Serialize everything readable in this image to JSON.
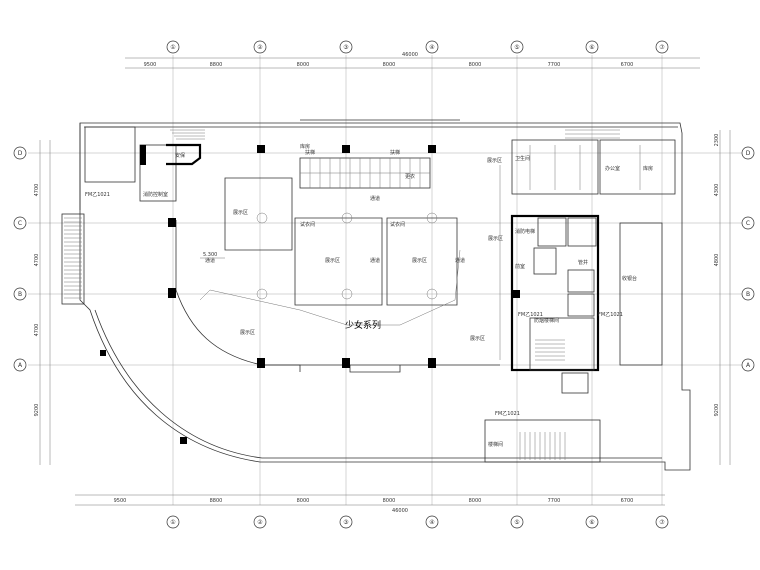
{
  "plan": {
    "main_label": "少女系列",
    "axes_top": [
      "①",
      "②",
      "③",
      "④",
      "⑤",
      "⑥",
      "⑦"
    ],
    "axes_left": [
      "D",
      "C",
      "B",
      "A"
    ],
    "axes_right": [
      "D",
      "C",
      "B",
      "A"
    ],
    "top_total": "46000",
    "bottom_total": "46000",
    "top_dims": [
      "9500",
      "8800",
      "8000",
      "8000",
      "7700",
      "6700"
    ],
    "bottom_dims": [
      "9500",
      "8800",
      "8000",
      "8000",
      "7700",
      "6700"
    ],
    "left_dims": [
      "4700",
      "4700",
      "4700",
      "9200"
    ],
    "right_dims": [
      "2300",
      "4300",
      "4800",
      "9200"
    ],
    "level": "5.300",
    "rooms": {
      "fire_room": "消防控制室",
      "security": "安保",
      "dressing": "更衣",
      "fitting_a": "试衣间",
      "fitting_b": "试衣间",
      "stair_room": "楼梯间",
      "toilet": "卫生间",
      "office": "办公室",
      "storage": "库房",
      "cashier": "收银台",
      "pipe_shaft": "管井",
      "fire_elevator": "消防电梯",
      "front_room": "前室",
      "smoke_room": "防烟楼梯间"
    },
    "small_labels": {
      "escalator_a": "扶梯",
      "escalator_b": "扶梯",
      "display_1": "展示区",
      "display_2": "展示区",
      "display_3": "展示区",
      "display_4": "展示区",
      "display_5": "展示区",
      "display_6": "展示区",
      "display_7": "展示区",
      "walk_1": "通道",
      "walk_2": "通道",
      "walk_3": "通道",
      "walk_4": "通道",
      "door_a": "FM乙1021",
      "door_b": "FM乙1021",
      "door_c": "FM乙1021",
      "door_d": "FM乙1021"
    }
  }
}
